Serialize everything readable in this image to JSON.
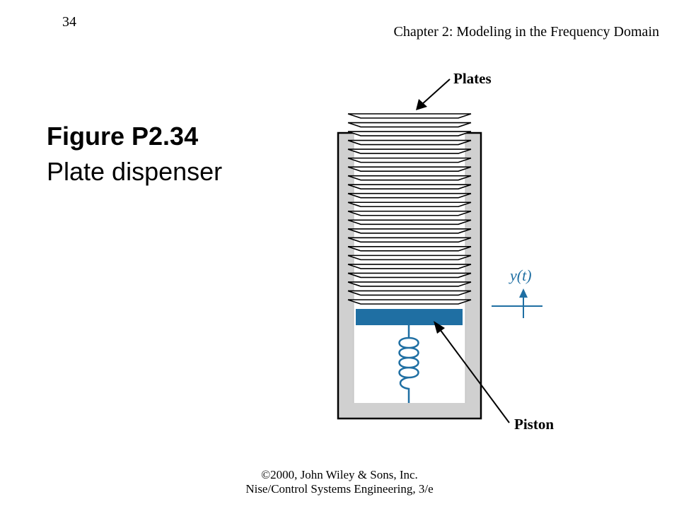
{
  "header": {
    "page_number": "34",
    "chapter_title": "Chapter 2: Modeling in the Frequency Domain"
  },
  "figure": {
    "title": "Figure P2.34",
    "subtitle": "Plate dispenser"
  },
  "diagram": {
    "labels": {
      "plates": "Plates",
      "piston": "Piston",
      "displacement": "y(t)"
    },
    "plate_count": 22,
    "colors": {
      "piston": "#1f6fa3",
      "container_wall": "#d0d0d0",
      "arrow": "#1f6fa3"
    }
  },
  "footer": {
    "line1": "©2000, John Wiley & Sons, Inc.",
    "line2": "Nise/Control Systems Engineering, 3/e"
  }
}
